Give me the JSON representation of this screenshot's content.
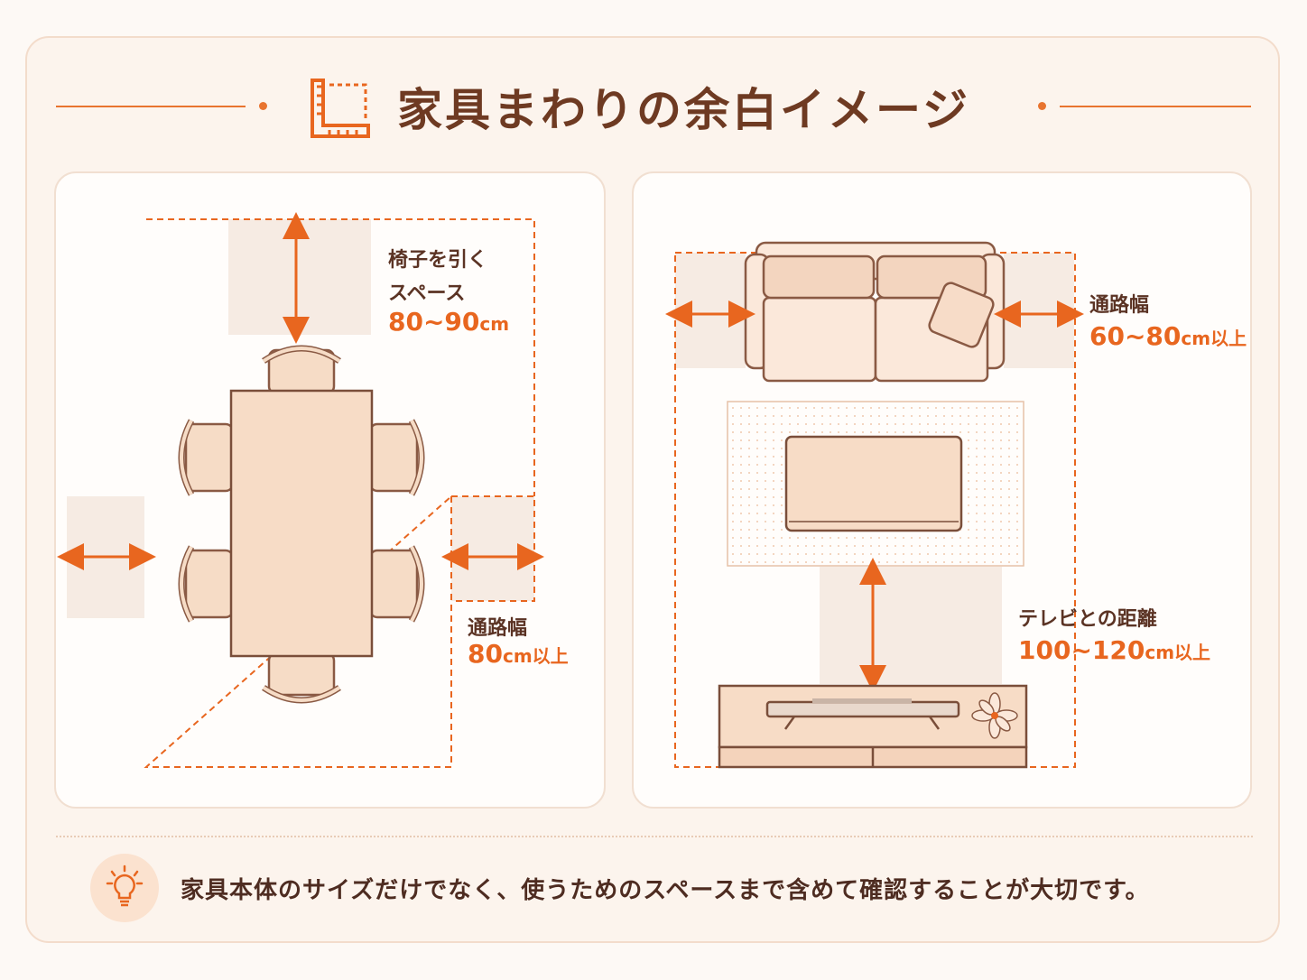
{
  "header": {
    "title": "家具まわりの余白イメージ",
    "icon": "ruler-corner-icon"
  },
  "dining": {
    "chair_space_label_1": "椅子を引く",
    "chair_space_label_2": "スペース",
    "chair_space_value": "80~90",
    "chair_space_unit": "cm",
    "aisle_label": "通路幅",
    "aisle_value": "80",
    "aisle_unit": "cm以上"
  },
  "living": {
    "aisle_label": "通路幅",
    "aisle_value": "60~80",
    "aisle_unit": "cm以上",
    "tv_label": "テレビとの距離",
    "tv_value": "100~120",
    "tv_unit": "cm以上"
  },
  "tip": {
    "icon": "lightbulb-icon",
    "text": "家具本体のサイズだけでなく、使うためのスペースまで含めて確認することが大切です。"
  },
  "colors": {
    "accent": "#e8661f",
    "text": "#5b3324",
    "furniture": "#f6dcc6",
    "outline": "#8a5a44"
  }
}
